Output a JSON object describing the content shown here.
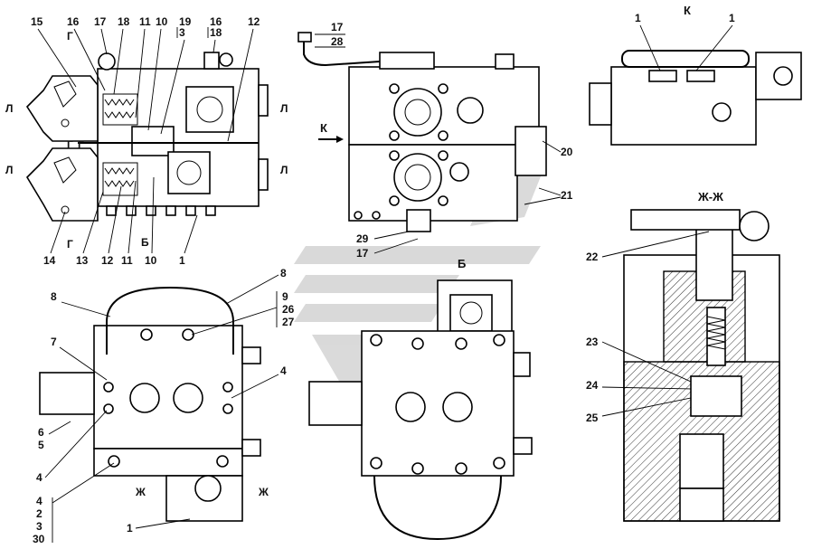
{
  "views": {
    "main_section": {
      "top_labels": [
        "15",
        "16",
        "17",
        "18",
        "11",
        "10",
        "19",
        "3",
        "16",
        "18",
        "12"
      ],
      "bottom_labels": [
        "14",
        "13",
        "12",
        "11",
        "10",
        "1"
      ],
      "section_marks": {
        "L": "Л",
        "G": "Г",
        "B": "Б"
      }
    },
    "front_view": {
      "labels": [
        "17",
        "28",
        "20",
        "21",
        "29",
        "17"
      ],
      "view_arrow": "К"
    },
    "top_view_k": {
      "title": "К",
      "labels": [
        "1",
        "1"
      ]
    },
    "section_zh": {
      "title": "Ж-Ж",
      "labels": [
        "22",
        "23",
        "24",
        "25"
      ]
    },
    "rear_view": {
      "labels": [
        "8",
        "8",
        "9",
        "26",
        "27",
        "7",
        "4",
        "4",
        "6",
        "5",
        "4",
        "2",
        "3",
        "30",
        "1"
      ],
      "section_mark": "Ж"
    },
    "view_b": {
      "title": "Б"
    }
  }
}
